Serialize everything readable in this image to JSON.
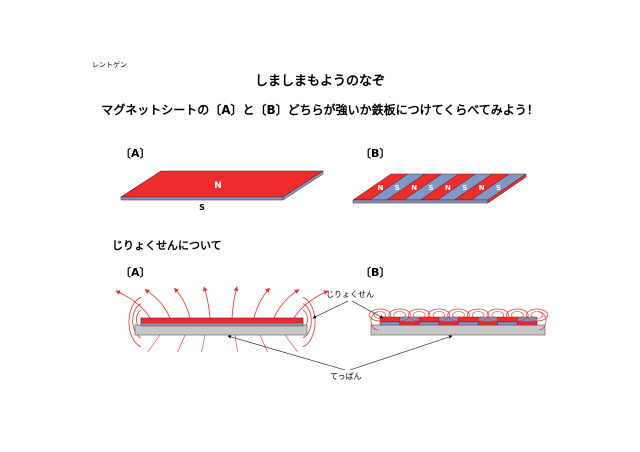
{
  "author": "レントゲン",
  "title": "しましまもようのなぞ",
  "subtitle": "マグネットシートの〔A〕と〔B〕どちらが強いか鉄板につけてくらべてみよう！",
  "section_sheets": {
    "label_a": "〔A〕",
    "label_b": "〔B〕",
    "sheet_a_top_pole": "N",
    "sheet_a_bottom_pole": "S",
    "sheet_b_poles": [
      "N",
      "S",
      "N",
      "S",
      "N",
      "S",
      "N",
      "S"
    ]
  },
  "section_field": {
    "heading": "じりょくせんについて",
    "label_a": "〔A〕",
    "label_b": "〔B〕",
    "magnetic_field_label": "じりょくせん",
    "iron_plate_label": "てっぱん"
  },
  "colors": {
    "red": "#ee2c2c",
    "blue": "#7f97c8",
    "dark": "#5a1a1a",
    "gray": "#c8c8c8"
  }
}
